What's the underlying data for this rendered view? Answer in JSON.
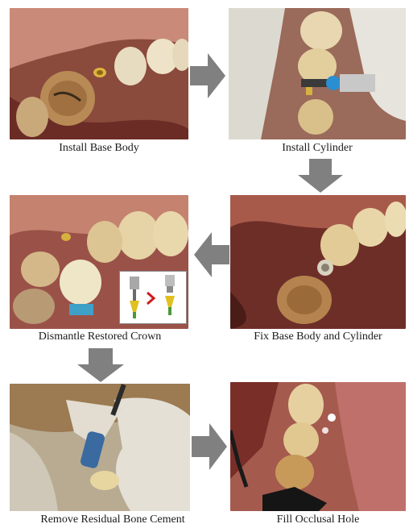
{
  "steps": [
    {
      "caption": "Install Base Body"
    },
    {
      "caption": "Install Cylinder"
    },
    {
      "caption": "Dismantle Restored Crown"
    },
    {
      "caption": "Fix Base Body and Cylinder"
    },
    {
      "caption": "Remove Residual Bone Cement"
    },
    {
      "caption": "Fill Occlusal Hole"
    }
  ],
  "arrow_color": "#808080",
  "inset_arrow_color": "#d11a1a"
}
